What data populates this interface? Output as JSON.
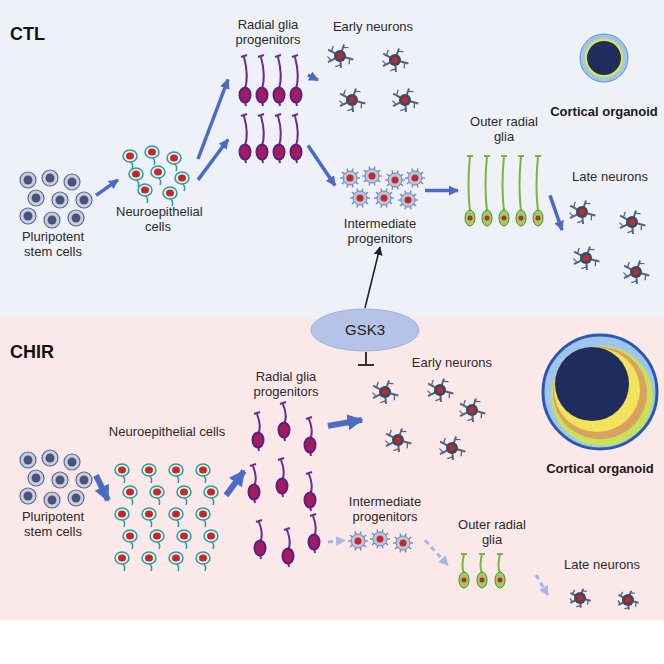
{
  "diagram": {
    "nodes": [
      {
        "text": [
          "CTL"
        ]
      },
      {
        "text": [
          "Pluripotent stem cells"
        ],
        "in": 0
      },
      {
        "text": [
          "Neuroepithelial cells"
        ],
        "in": 0
      },
      {
        "text": [
          "Radial glia progenitors"
        ],
        "in": 0
      },
      {
        "text": [
          "Early neurons"
        ],
        "in": 0
      },
      {
        "text": [
          "Intermediate progenitors"
        ],
        "in": 0
      },
      {
        "text": [
          "Outer radial glia"
        ],
        "in": 0
      },
      {
        "text": [
          "Late neurons"
        ],
        "in": 0
      },
      {
        "text": [
          "Cortical organoid"
        ],
        "in": 0
      },
      {
        "text": [
          "GSK3"
        ]
      },
      {
        "text": [
          "CHIR"
        ]
      },
      {
        "text": [
          "Pluripotent stem cells"
        ],
        "in": 10
      },
      {
        "text": [
          "Neuroepithelial cells"
        ],
        "in": 10
      },
      {
        "text": [
          "Radial glia progenitors"
        ],
        "in": 10
      },
      {
        "text": [
          "Early neurons"
        ],
        "in": 10
      },
      {
        "text": [
          "Intermediate progenitors"
        ],
        "in": 10
      },
      {
        "text": [
          "Outer radial glia"
        ],
        "in": 10
      },
      {
        "text": [
          "Late neurons"
        ],
        "in": 10
      },
      {
        "text": [
          "Cortical organoid"
        ],
        "in": 10
      }
    ],
    "edges": [
      {
        "from": 1,
        "to": 2,
        "arrow": "to"
      },
      {
        "from": 2,
        "to": 3,
        "arrow": "to"
      },
      {
        "from": 2,
        "to": 3,
        "arrow": "to"
      },
      {
        "from": 3,
        "to": 4,
        "arrow": "to"
      },
      {
        "from": 3,
        "to": 5,
        "arrow": "to"
      },
      {
        "from": 5,
        "to": 6,
        "arrow": "to"
      },
      {
        "from": 6,
        "to": 7,
        "arrow": "to"
      },
      {
        "from": 9,
        "to": 5,
        "arrow": "to"
      },
      {
        "from": 11,
        "to": 12,
        "arrow": "to"
      },
      {
        "from": 12,
        "to": 13,
        "arrow": "to"
      },
      {
        "from": 13,
        "to": 14,
        "arrow": "to"
      },
      {
        "from": 13,
        "to": 15,
        "arrow": "to"
      },
      {
        "from": 15,
        "to": 16,
        "arrow": "to"
      },
      {
        "from": 16,
        "to": 17,
        "arrow": "to"
      }
    ]
  }
}
